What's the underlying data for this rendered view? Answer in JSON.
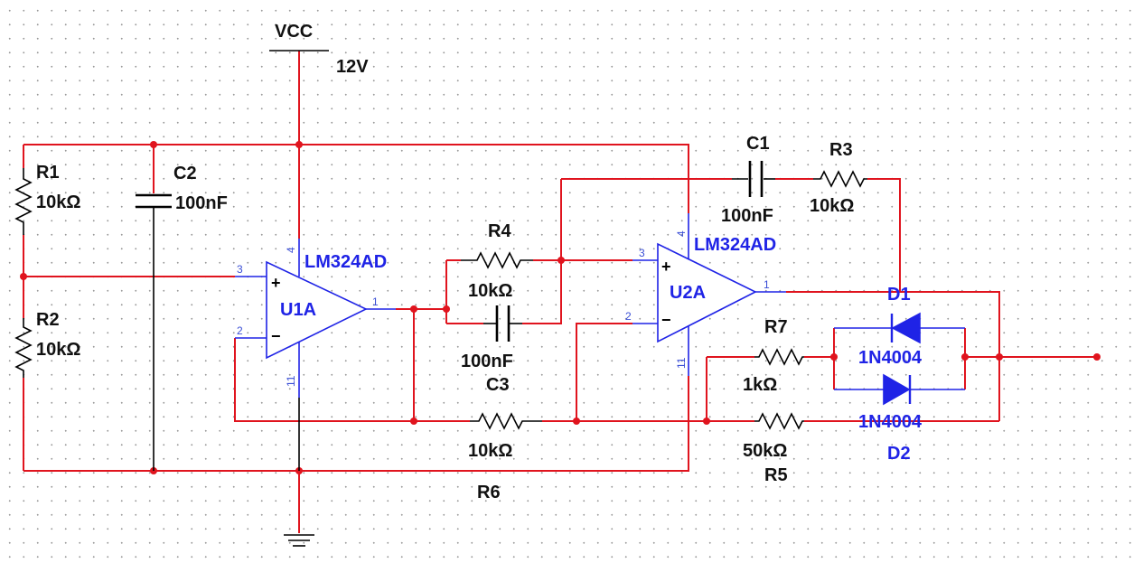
{
  "power": {
    "name": "VCC",
    "voltage": "12V"
  },
  "resistors": {
    "r1": {
      "ref": "R1",
      "value": "10kΩ"
    },
    "r2": {
      "ref": "R2",
      "value": "10kΩ"
    },
    "r3": {
      "ref": "R3",
      "value": "10kΩ"
    },
    "r4": {
      "ref": "R4",
      "value": "10kΩ"
    },
    "r5": {
      "ref": "R5",
      "value": "50kΩ"
    },
    "r6": {
      "ref": "R6",
      "value": "10kΩ"
    },
    "r7": {
      "ref": "R7",
      "value": "1kΩ"
    }
  },
  "capacitors": {
    "c1": {
      "ref": "C1",
      "value": "100nF"
    },
    "c2": {
      "ref": "C2",
      "value": "100nF"
    },
    "c3": {
      "ref": "C3",
      "value": "100nF"
    }
  },
  "opamps": {
    "u1": {
      "ref": "U1A",
      "part": "LM324AD",
      "pin_plus": "3",
      "pin_minus": "2",
      "pin_out": "1",
      "pin_vcc": "4",
      "pin_gnd": "11",
      "plus_sign": "+",
      "minus_sign": "−"
    },
    "u2": {
      "ref": "U2A",
      "part": "LM324AD",
      "pin_plus": "3",
      "pin_minus": "2",
      "pin_out": "1",
      "pin_vcc": "4",
      "pin_gnd": "11",
      "plus_sign": "+",
      "minus_sign": "−"
    }
  },
  "diodes": {
    "d1": {
      "ref": "D1",
      "part": "1N4004"
    },
    "d2": {
      "ref": "D2",
      "part": "1N4004"
    }
  },
  "colors": {
    "wire": "#e0141e",
    "component_blue": "#1f23e6",
    "component_black": "#000000",
    "grid_dot": "#9a9a9a"
  }
}
